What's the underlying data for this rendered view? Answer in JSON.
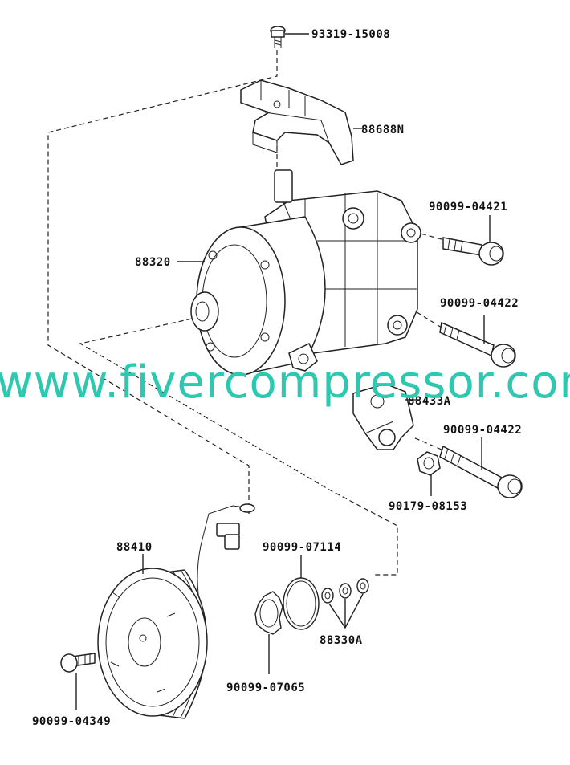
{
  "watermark": {
    "text": "www.fivercompressor.com",
    "color": "#2ec8b0"
  },
  "labels": {
    "bolt_top": "93319-15008",
    "bracket": "88688N",
    "bolt_1": "90099-04421",
    "compressor": "88320",
    "bolt_2": "90099-04422",
    "mount": "88433A",
    "bolt_3": "90099-04422",
    "nut": "90179-08153",
    "clutch": "88410",
    "snap_ring_outer": "90099-07114",
    "shims": "88330A",
    "snap_ring_inner": "90099-07065",
    "bolt_bottom": "90099-04349"
  }
}
